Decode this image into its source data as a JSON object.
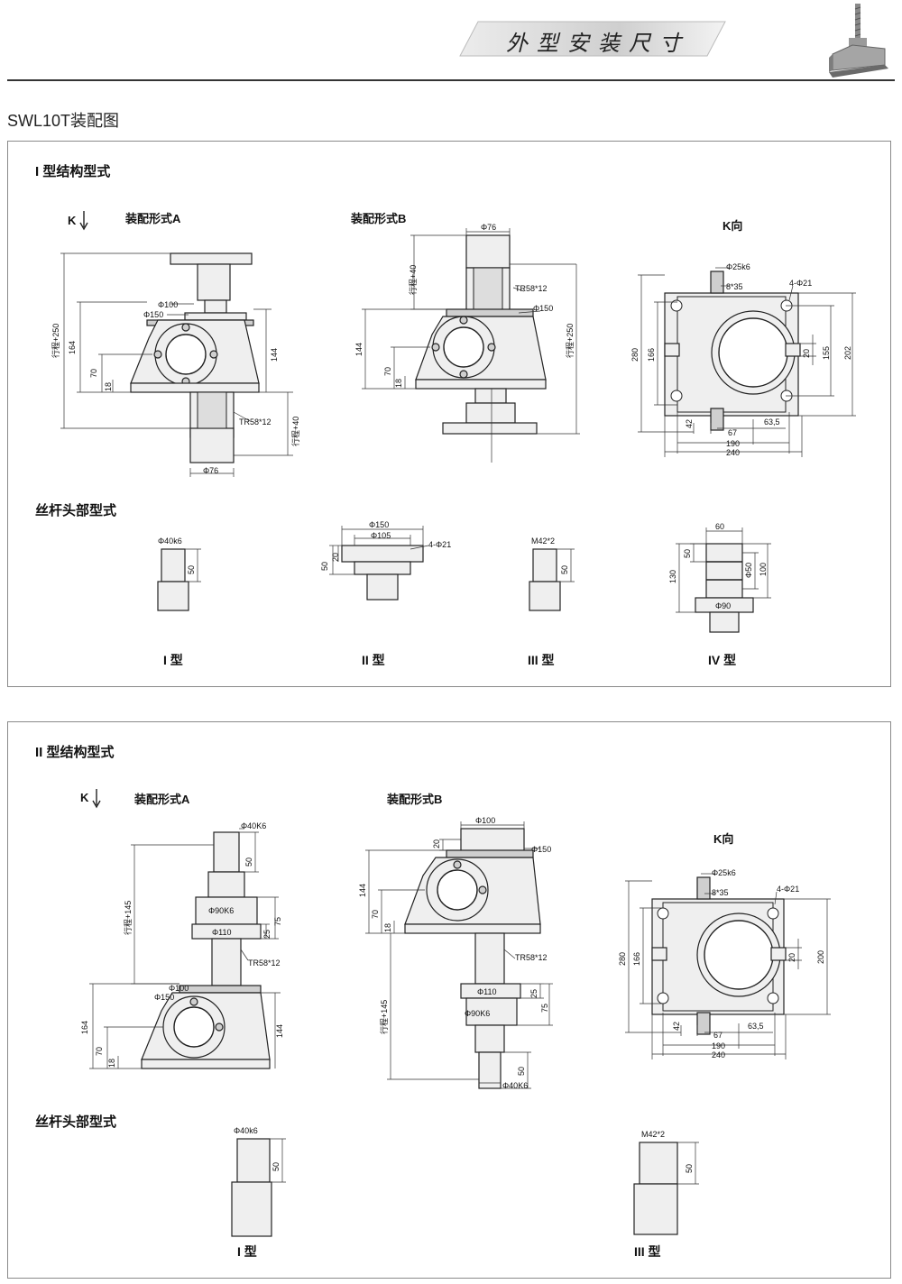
{
  "header": {
    "title": "外型安装尺寸"
  },
  "page_title": "SWL10T装配图",
  "panel1": {
    "section_title": "I 型结构型式",
    "k_arrow": "K",
    "assembly_a": {
      "label": "装配形式A",
      "dims": {
        "d100": "Φ100",
        "d150": "Φ150",
        "travel250": "行程+250",
        "h164": "164",
        "h144": "144",
        "h70": "70",
        "h18": "18",
        "thread": "TR58*12",
        "travel40": "行程+40",
        "d76": "Φ76"
      }
    },
    "assembly_b": {
      "label": "装配形式B",
      "dims": {
        "d76": "Φ76",
        "travel40": "行程+40",
        "thread": "TR58*12",
        "d150": "Φ150",
        "travel250": "行程+250",
        "h144": "144",
        "h70": "70",
        "h18": "18"
      }
    },
    "k_view": {
      "label": "K向",
      "dims": {
        "d25": "Φ25k6",
        "key": "8*35",
        "holes": "4-Φ21",
        "h280": "280",
        "h166": "166",
        "h20": "20",
        "h155": "155",
        "h202": "202",
        "w42": "42",
        "w67": "67",
        "w635": "63,5",
        "w190": "190",
        "w240": "240"
      }
    },
    "screw_heads_title": "丝杆头部型式",
    "types": [
      {
        "name": "I 型",
        "dims": {
          "d": "Φ40k6",
          "h": "50"
        }
      },
      {
        "name": "II 型",
        "dims": {
          "d150": "Φ150",
          "d105": "Φ105",
          "holes": "4-Φ21",
          "h50": "50",
          "h20": "20"
        }
      },
      {
        "name": "III 型",
        "dims": {
          "thread": "M42*2",
          "h": "50"
        }
      },
      {
        "name": "IV 型",
        "dims": {
          "w60": "60",
          "h50": "50",
          "h130": "130",
          "d50": "Φ50",
          "h100": "100",
          "d90": "Φ90"
        }
      }
    ]
  },
  "panel2": {
    "section_title": "II 型结构型式",
    "k_arrow": "K",
    "assembly_a": {
      "label": "装配形式A",
      "dims": {
        "d40": "Φ40K6",
        "h50": "50",
        "travel145": "行程+145",
        "d90": "Φ90K6",
        "h75": "75",
        "d110": "Φ110",
        "h25": "25",
        "thread": "TR58*12",
        "d100": "Φ100",
        "d150": "Φ150",
        "h164": "164",
        "h144": "144",
        "h70": "70",
        "h18": "18"
      }
    },
    "assembly_b": {
      "label": "装配形式B",
      "dims": {
        "d100": "Φ100",
        "h20": "20",
        "d150": "Φ150",
        "h144": "144",
        "h70": "70",
        "h18": "18",
        "thread": "TR58*12",
        "travel145": "行程+145",
        "d110": "Φ110",
        "h25": "25",
        "d90": "Φ90K6",
        "h75": "75",
        "h50": "50",
        "d40": "Φ40K6"
      }
    },
    "k_view": {
      "label": "K向",
      "dims": {
        "d25": "Φ25k6",
        "key": "8*35",
        "holes": "4-Φ21",
        "h280": "280",
        "h166": "166",
        "h20": "20",
        "h200": "200",
        "w42": "42",
        "w67": "67",
        "w635": "63,5",
        "w190": "190",
        "w240": "240"
      }
    },
    "screw_heads_title": "丝杆头部型式",
    "types": [
      {
        "name": "I 型",
        "dims": {
          "d": "Φ40k6",
          "h": "50"
        }
      },
      {
        "name": "III 型",
        "dims": {
          "thread": "M42*2",
          "h": "50"
        }
      }
    ]
  }
}
